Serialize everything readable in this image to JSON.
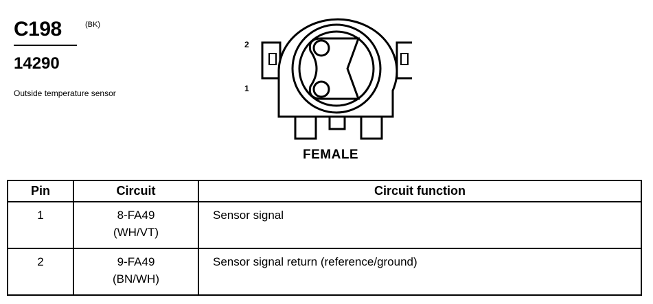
{
  "connector": {
    "id": "C198",
    "color": "(BK)",
    "part_number": "14290",
    "description": "Outside temperature sensor",
    "gender": "FEMALE",
    "pin_labels": [
      "2",
      "1"
    ]
  },
  "table": {
    "headers": [
      "Pin",
      "Circuit",
      "Circuit function"
    ],
    "rows": [
      {
        "pin": "1",
        "circuit": "8-FA49",
        "wire": "(WH/VT)",
        "function": "Sensor signal"
      },
      {
        "pin": "2",
        "circuit": "9-FA49",
        "wire": "(BN/WH)",
        "function": "Sensor signal return (reference/ground)"
      }
    ]
  }
}
